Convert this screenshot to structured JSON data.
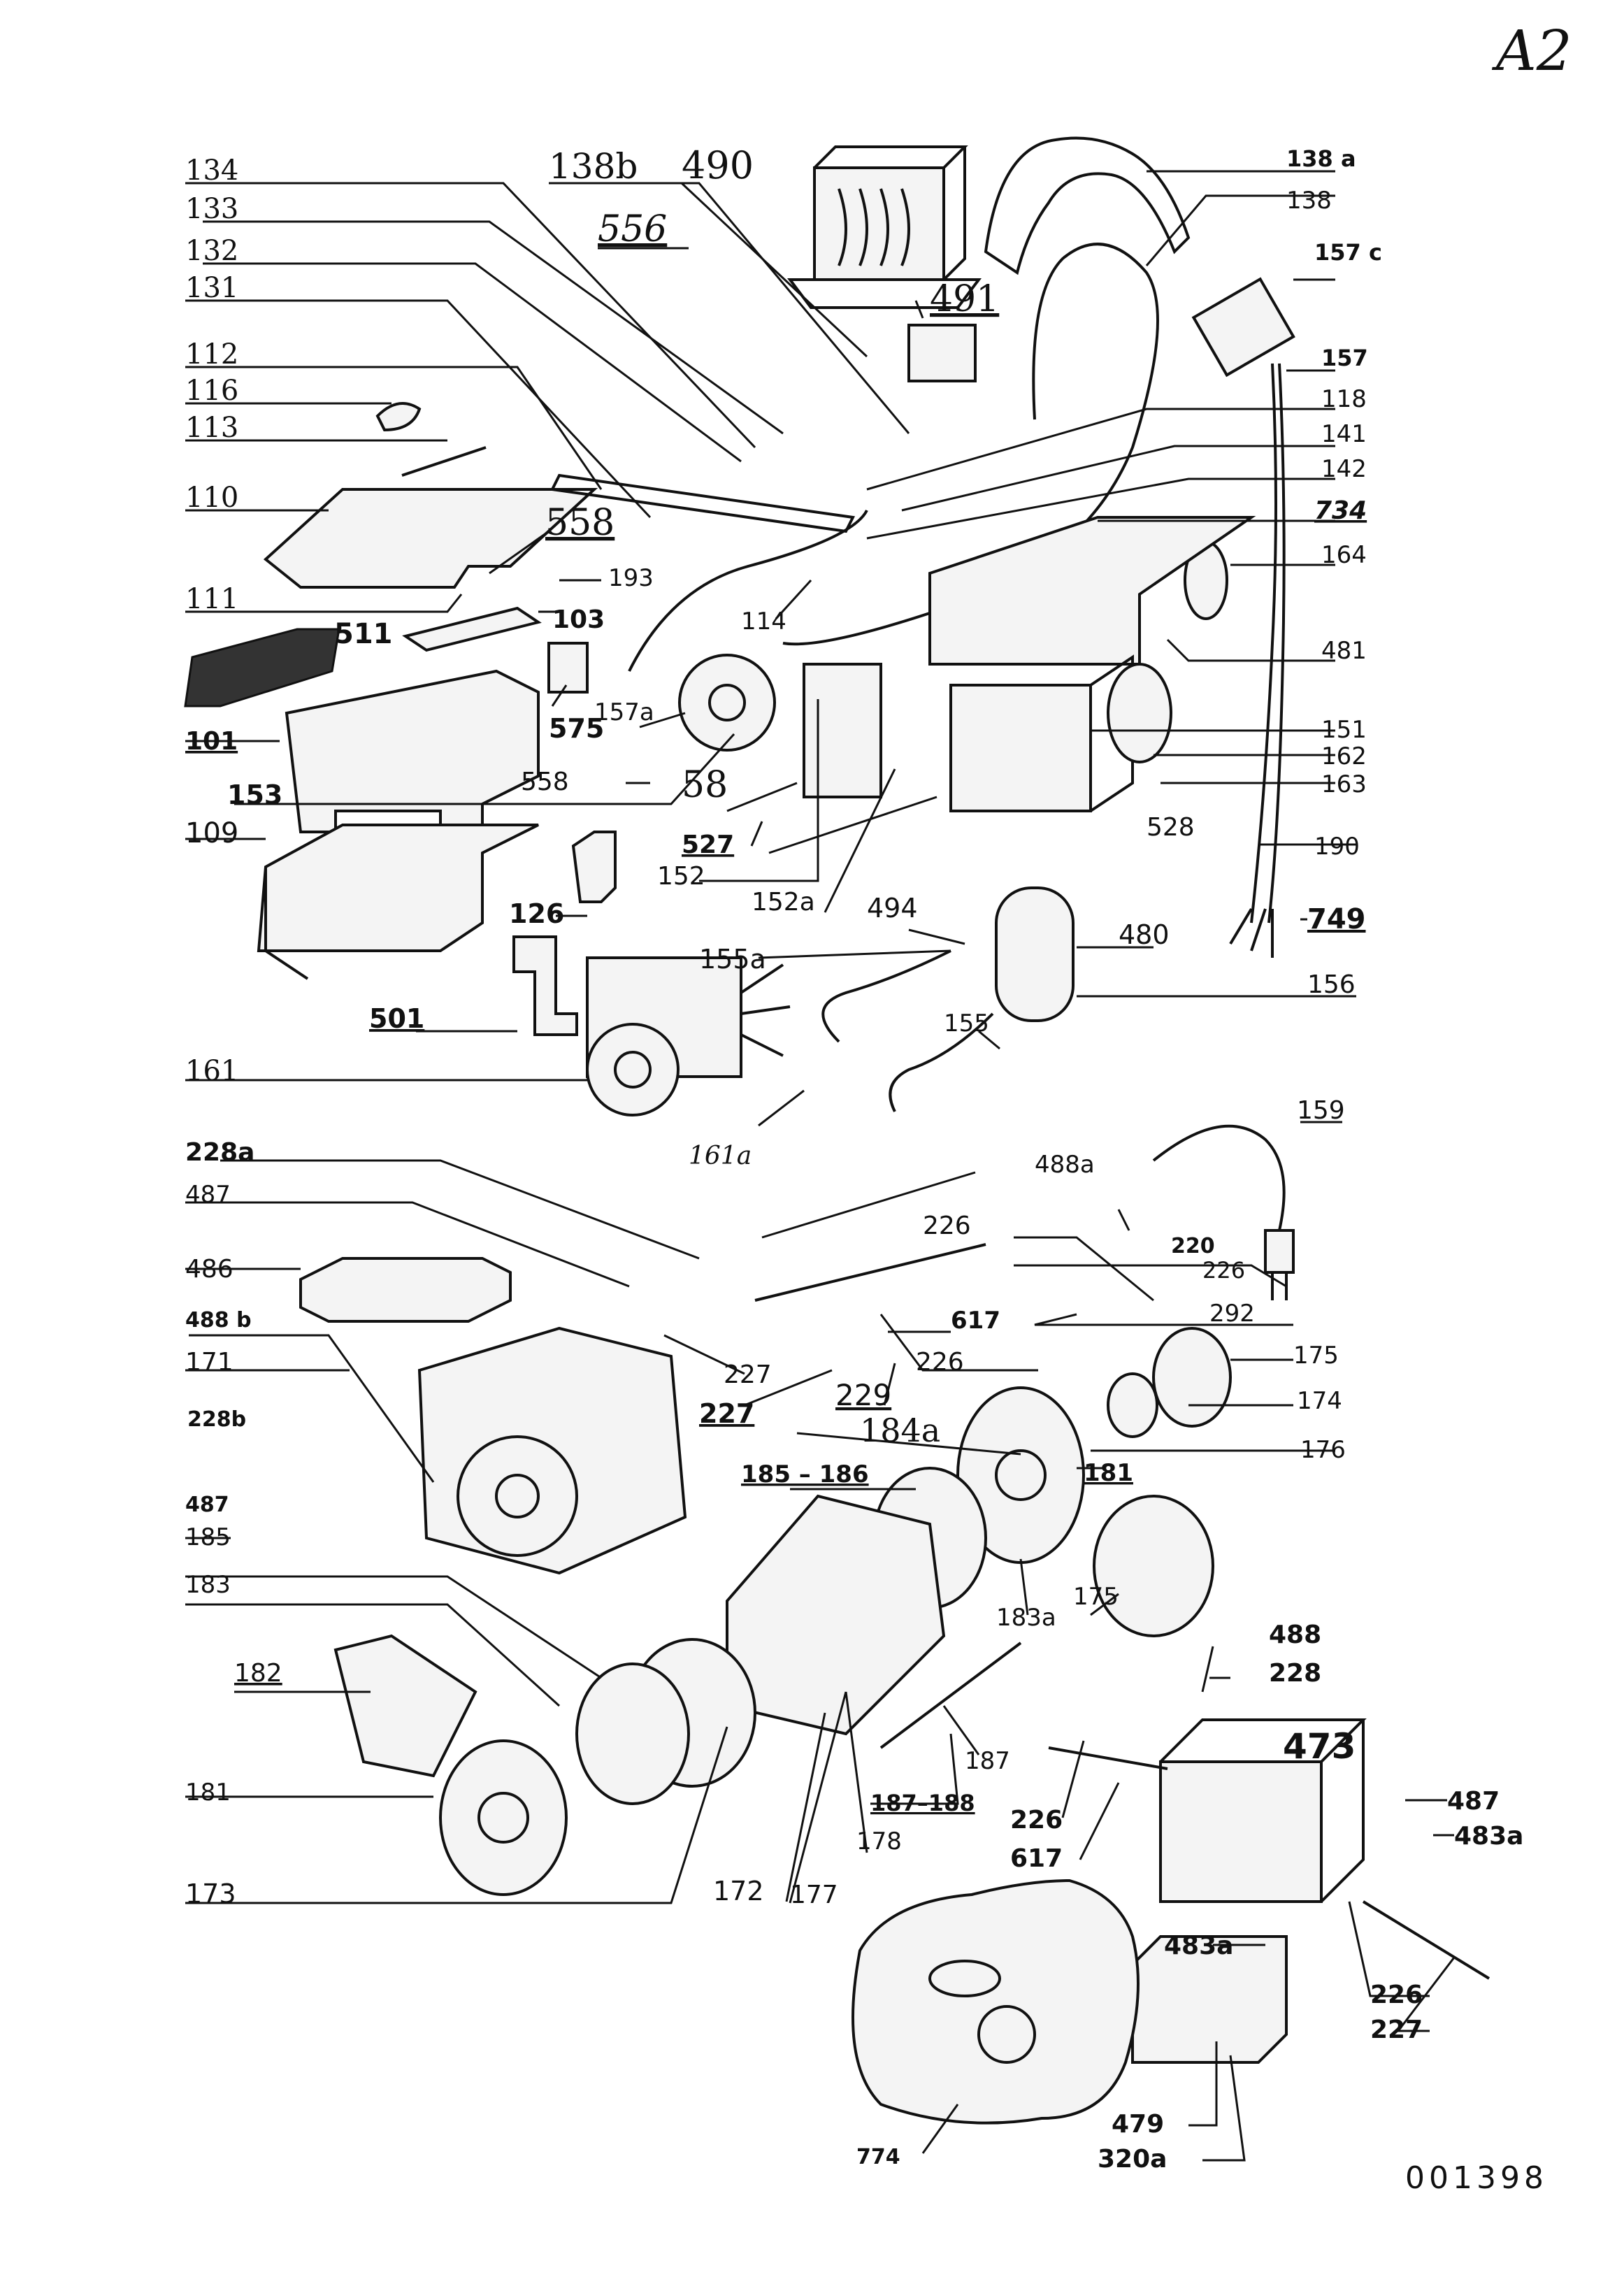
{
  "sheet_code": "A2",
  "drawing_number": "001398",
  "callouts": [
    {
      "id": "134",
      "text": "134"
    },
    {
      "id": "133",
      "text": "133"
    },
    {
      "id": "132",
      "text": "132"
    },
    {
      "id": "131",
      "text": "131"
    },
    {
      "id": "112",
      "text": "112"
    },
    {
      "id": "116",
      "text": "116"
    },
    {
      "id": "113",
      "text": "113"
    },
    {
      "id": "110",
      "text": "110"
    },
    {
      "id": "111",
      "text": "111"
    },
    {
      "id": "138b",
      "text": "138b"
    },
    {
      "id": "490",
      "text": "490"
    },
    {
      "id": "556",
      "text": "556"
    },
    {
      "id": "491",
      "text": "491"
    },
    {
      "id": "138a",
      "text": "138 a"
    },
    {
      "id": "138",
      "text": "138"
    },
    {
      "id": "157c",
      "text": "157 c"
    },
    {
      "id": "157",
      "text": "157"
    },
    {
      "id": "118",
      "text": "118"
    },
    {
      "id": "141",
      "text": "141"
    },
    {
      "id": "142",
      "text": "142"
    },
    {
      "id": "734",
      "text": "734"
    },
    {
      "id": "164",
      "text": "164"
    },
    {
      "id": "481",
      "text": "481"
    },
    {
      "id": "558a",
      "text": "558"
    },
    {
      "id": "193",
      "text": "193"
    },
    {
      "id": "103",
      "text": "103"
    },
    {
      "id": "511",
      "text": "511"
    },
    {
      "id": "114",
      "text": "114"
    },
    {
      "id": "101",
      "text": "101"
    },
    {
      "id": "575",
      "text": "575"
    },
    {
      "id": "157a",
      "text": "157a"
    },
    {
      "id": "558b",
      "text": "558"
    },
    {
      "id": "153",
      "text": "153"
    },
    {
      "id": "58",
      "text": "58"
    },
    {
      "id": "151",
      "text": "151"
    },
    {
      "id": "162",
      "text": "162"
    },
    {
      "id": "163",
      "text": "163"
    },
    {
      "id": "109",
      "text": "109"
    },
    {
      "id": "527",
      "text": "527"
    },
    {
      "id": "152",
      "text": "152"
    },
    {
      "id": "528",
      "text": "528"
    },
    {
      "id": "152a",
      "text": "152a"
    },
    {
      "id": "190",
      "text": "190"
    },
    {
      "id": "749",
      "text": "749"
    },
    {
      "id": "126",
      "text": "126"
    },
    {
      "id": "155a",
      "text": "155a"
    },
    {
      "id": "494",
      "text": "494"
    },
    {
      "id": "480",
      "text": "480"
    },
    {
      "id": "156",
      "text": "156"
    },
    {
      "id": "501",
      "text": "501"
    },
    {
      "id": "155",
      "text": "155"
    },
    {
      "id": "161",
      "text": "161"
    },
    {
      "id": "161a",
      "text": "161a"
    },
    {
      "id": "159",
      "text": "159"
    },
    {
      "id": "228a",
      "text": "228a"
    },
    {
      "id": "488a",
      "text": "488a"
    },
    {
      "id": "487a",
      "text": "487"
    },
    {
      "id": "226a",
      "text": "226"
    },
    {
      "id": "220",
      "text": "220"
    },
    {
      "id": "486",
      "text": "486"
    },
    {
      "id": "226b",
      "text": "226"
    },
    {
      "id": "292",
      "text": "292"
    },
    {
      "id": "488b",
      "text": "488 b"
    },
    {
      "id": "617a",
      "text": "617"
    },
    {
      "id": "171",
      "text": "171"
    },
    {
      "id": "227a",
      "text": "227"
    },
    {
      "id": "226c",
      "text": "226"
    },
    {
      "id": "175a",
      "text": "175"
    },
    {
      "id": "227b",
      "text": "227"
    },
    {
      "id": "229",
      "text": "229"
    },
    {
      "id": "174",
      "text": "174"
    },
    {
      "id": "228b",
      "text": "228b"
    },
    {
      "id": "184a",
      "text": "184a"
    },
    {
      "id": "176",
      "text": "176"
    },
    {
      "id": "487b",
      "text": "487"
    },
    {
      "id": "185-186",
      "text": "185 – 186"
    },
    {
      "id": "181a",
      "text": "181"
    },
    {
      "id": "185",
      "text": "185"
    },
    {
      "id": "183",
      "text": "183"
    },
    {
      "id": "183a",
      "text": "183a"
    },
    {
      "id": "175b",
      "text": "175"
    },
    {
      "id": "182",
      "text": "182"
    },
    {
      "id": "488",
      "text": "488"
    },
    {
      "id": "228c",
      "text": "228"
    },
    {
      "id": "473",
      "text": "473"
    },
    {
      "id": "187",
      "text": "187"
    },
    {
      "id": "181b",
      "text": "181"
    },
    {
      "id": "187-188",
      "text": "187–188"
    },
    {
      "id": "226d",
      "text": "226"
    },
    {
      "id": "487c",
      "text": "487"
    },
    {
      "id": "483a1",
      "text": "483a"
    },
    {
      "id": "178",
      "text": "178"
    },
    {
      "id": "617b",
      "text": "617"
    },
    {
      "id": "173",
      "text": "173"
    },
    {
      "id": "172",
      "text": "172"
    },
    {
      "id": "177",
      "text": "177"
    },
    {
      "id": "483a2",
      "text": "483a"
    },
    {
      "id": "226e",
      "text": "226"
    },
    {
      "id": "227c",
      "text": "227"
    },
    {
      "id": "479",
      "text": "479"
    },
    {
      "id": "320a",
      "text": "320a"
    },
    {
      "id": "774",
      "text": "774"
    }
  ]
}
